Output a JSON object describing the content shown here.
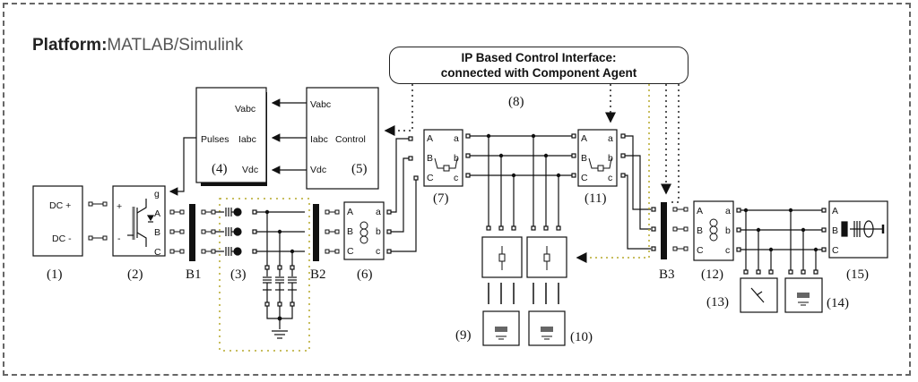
{
  "platform": {
    "label": "Platform:",
    "value": "MATLAB/Simulink"
  },
  "control_interface": {
    "line1": "IP Based Control Interface:",
    "line2": "connected with Component Agent",
    "tag": "(8)"
  },
  "blocks": {
    "b1": {
      "tag": "(1)",
      "ports": [
        "DC +",
        "DC -"
      ]
    },
    "b2": {
      "tag": "(2)",
      "ports_in": [
        "+",
        "-"
      ],
      "port_g": "g",
      "ports_out": [
        "A",
        "B",
        "C"
      ]
    },
    "b3": {
      "tag": "(3)"
    },
    "b4": {
      "tag": "(4)",
      "in_label": "Pulses",
      "ports": [
        "Vabc",
        "Iabc",
        "Vdc"
      ]
    },
    "b5": {
      "tag": "(5)",
      "ports": [
        "Vabc",
        "Iabc",
        "Vdc"
      ],
      "out_label": "Control"
    },
    "b6": {
      "tag": "(6)",
      "ports_in": [
        "A",
        "B",
        "C"
      ],
      "ports_out": [
        "a",
        "b",
        "c"
      ]
    },
    "b7": {
      "tag": "(7)",
      "ports_in": [
        "A",
        "B",
        "C"
      ],
      "ports_out": [
        "a",
        "b",
        "c"
      ]
    },
    "b9": {
      "tag": "(9)"
    },
    "b10": {
      "tag": "(10)"
    },
    "b11": {
      "tag": "(11)",
      "ports_in": [
        "A",
        "B",
        "C"
      ],
      "ports_out": [
        "a",
        "b",
        "c"
      ]
    },
    "b12": {
      "tag": "(12)",
      "ports_in": [
        "A",
        "B",
        "C"
      ],
      "ports_out": [
        "a",
        "b",
        "c"
      ]
    },
    "b13": {
      "tag": "(13)"
    },
    "b14": {
      "tag": "(14)"
    },
    "b15": {
      "tag": "(15)",
      "ports": [
        "A",
        "B",
        "C"
      ]
    }
  },
  "buses": {
    "bus1": "B1",
    "bus2": "B2",
    "bus3": "B3"
  },
  "colors": {
    "ink": "#111111",
    "signal_dotted": "#222222",
    "measure_dotted": "#b5a82a",
    "frame": "#666666"
  }
}
